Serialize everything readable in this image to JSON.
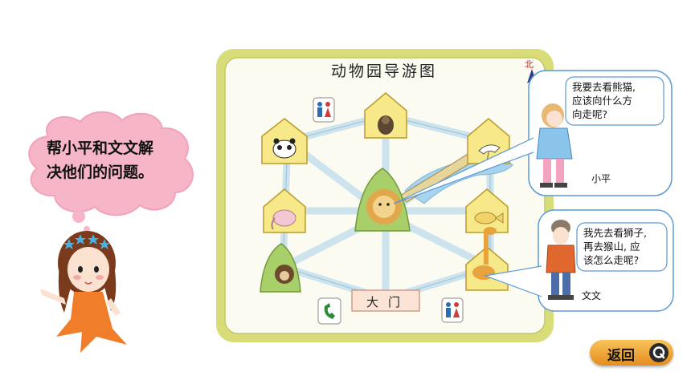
{
  "prompt_cloud": {
    "line1": "帮小平和文文解",
    "line2": "决他们的问题。"
  },
  "map": {
    "title": "动物园导游图",
    "north": "北",
    "gate": "大门"
  },
  "xiaoping": {
    "line1": "我要去看熊猫,",
    "line2": "应该向什么方",
    "line3": "向走呢?",
    "name": "小平"
  },
  "wenwen": {
    "line1": "我先去看狮子,",
    "line2": "再去猴山, 应",
    "line3": "该怎么走呢?",
    "name": "文文"
  },
  "return_button": {
    "label": "返回"
  },
  "colors": {
    "map_border": "#d8dd7a",
    "house_fill": "#f7e98a",
    "road": "#cde3ee",
    "cloud_fill": "#f6b6c8",
    "bubble_border": "#5a9ad6",
    "button_fill": "#f0a533"
  }
}
